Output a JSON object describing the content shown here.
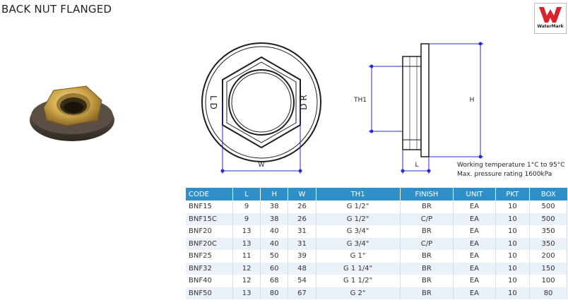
{
  "title": "BACK NUT FLANGED",
  "logo": {
    "label": "WaterMark",
    "colors": {
      "red": "#d9232a"
    }
  },
  "drawing": {
    "front_labels": {
      "left": "L D",
      "right": "D R",
      "width": "W"
    },
    "side_labels": {
      "th1": "TH1",
      "h": "H",
      "l": "L"
    }
  },
  "specs": {
    "line1": "Working temperature 1°C to 95°C",
    "line2": "Max. pressure rating 1600kPa"
  },
  "table": {
    "headers": [
      "CODE",
      "L",
      "H",
      "W",
      "TH1",
      "FINISH",
      "UNIT",
      "PKT",
      "BOX"
    ],
    "rows": [
      [
        "BNF15",
        "9",
        "38",
        "26",
        "G 1/2\"",
        "BR",
        "EA",
        "10",
        "500"
      ],
      [
        "BNF15C",
        "9",
        "38",
        "26",
        "G 1/2\"",
        "C/P",
        "EA",
        "10",
        "500"
      ],
      [
        "BNF20",
        "13",
        "40",
        "31",
        "G 3/4\"",
        "BR",
        "EA",
        "10",
        "350"
      ],
      [
        "BNF20C",
        "13",
        "40",
        "31",
        "G 3/4\"",
        "C/P",
        "EA",
        "10",
        "350"
      ],
      [
        "BNF25",
        "11",
        "50",
        "39",
        "G 1\"",
        "BR",
        "EA",
        "10",
        "200"
      ],
      [
        "BNF32",
        "12",
        "60",
        "48",
        "G 1 1/4\"",
        "BR",
        "EA",
        "10",
        "150"
      ],
      [
        "BNF40",
        "12",
        "68",
        "54",
        "G 1 1/2\"",
        "BR",
        "EA",
        "10",
        "100"
      ],
      [
        "BNF50",
        "13",
        "80",
        "67",
        "G 2\"",
        "BR",
        "EA",
        "10",
        "80"
      ]
    ]
  },
  "colors": {
    "header": "#2f8fc9",
    "dimension": "#2a2ad0",
    "stripe": "#eaf1f8"
  }
}
